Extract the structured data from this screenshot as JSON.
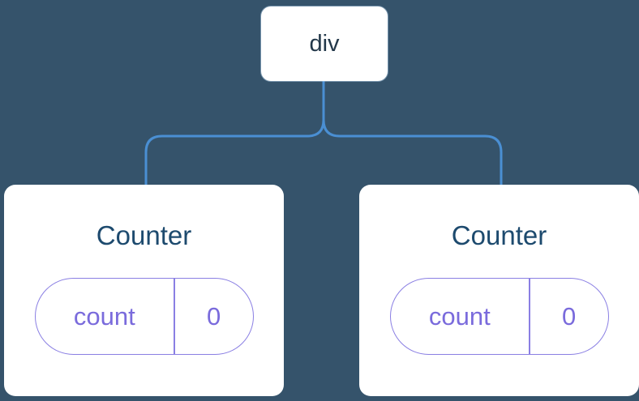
{
  "diagram": {
    "root": {
      "label": "div"
    },
    "children": [
      {
        "title": "Counter",
        "state": {
          "key": "count",
          "value": "0"
        }
      },
      {
        "title": "Counter",
        "state": {
          "key": "count",
          "value": "0"
        }
      }
    ]
  },
  "colors": {
    "background": "#35536B",
    "connector": "#4A8FD3",
    "node_text": "#23384A",
    "title_text": "#1D4A6E",
    "state_purple": "#7A6BDC",
    "state_border": "#8A7FE3",
    "card_bg": "#FFFFFF"
  }
}
